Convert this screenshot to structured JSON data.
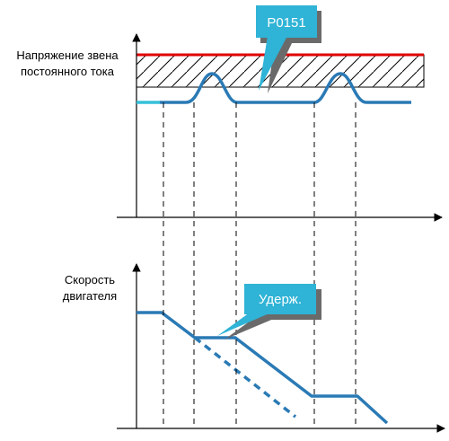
{
  "labels": {
    "voltage_line1": "Напряжение звена",
    "voltage_line2": "постоянного тока",
    "speed_line1": "Скорость",
    "speed_line2": "двигателя",
    "param_callout": "P0151",
    "hold_callout": "Удерж."
  },
  "colors": {
    "axis": "#000000",
    "curve": "#2a7ab5",
    "curve_start": "#35c0d8",
    "limit_line": "#e00000",
    "callout_fill": "#2fb3d6",
    "callout_shadow": "#6a6a6a",
    "callout_text": "#ffffff",
    "hatch": "#000000"
  }
}
